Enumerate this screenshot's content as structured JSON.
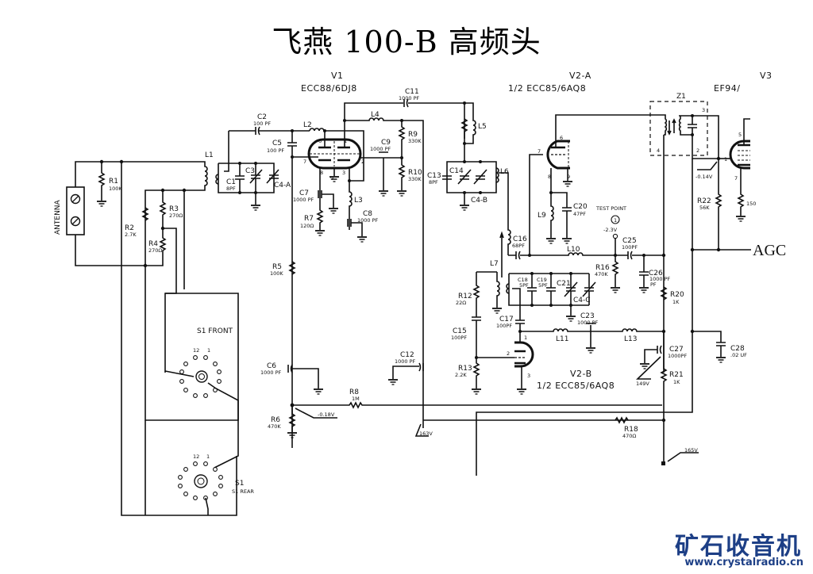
{
  "title": "飞燕 100-B 高频头",
  "tubes": {
    "v1": {
      "name": "V1",
      "type": "ECC88/6DJ8",
      "pins": [
        "6",
        "1",
        "7",
        "2",
        "8",
        "9",
        "3"
      ]
    },
    "v2a": {
      "name": "V2-A",
      "type": "1/2 ECC85/6AQ8",
      "pins": [
        "6",
        "7",
        "8",
        "9"
      ]
    },
    "v2b": {
      "name": "V2-B",
      "type": "1/2 ECC85/6AQ8",
      "pins": [
        "1",
        "2",
        "3"
      ]
    },
    "v3": {
      "name": "V3",
      "type": "EF94/",
      "pins": [
        "5",
        "1",
        "7"
      ]
    }
  },
  "antenna": "ANTENNA",
  "components": {
    "R1": {
      "ref": "R1",
      "value": "100K"
    },
    "R2": {
      "ref": "R2",
      "value": "2.7K"
    },
    "R3": {
      "ref": "R3",
      "value": "270Ω"
    },
    "R4": {
      "ref": "R4",
      "value": "270Ω"
    },
    "R5": {
      "ref": "R5",
      "value": "100K"
    },
    "R6": {
      "ref": "R6",
      "value": "470K"
    },
    "R7": {
      "ref": "R7",
      "value": "120Ω"
    },
    "R8": {
      "ref": "R8",
      "value": "1M"
    },
    "R9": {
      "ref": "R9",
      "value": "330K"
    },
    "R10": {
      "ref": "R10",
      "value": "330K"
    },
    "R12": {
      "ref": "R12",
      "value": "22Ω"
    },
    "R13": {
      "ref": "R13",
      "value": "2.2K"
    },
    "R16": {
      "ref": "R16",
      "value": "470K"
    },
    "R18": {
      "ref": "R18",
      "value": "470Ω"
    },
    "R20": {
      "ref": "R20",
      "value": "1K"
    },
    "R21": {
      "ref": "R21",
      "value": "1K"
    },
    "R22": {
      "ref": "R22",
      "value": "56K"
    },
    "R23": {
      "ref": "",
      "value": "150"
    },
    "C1": {
      "ref": "C1",
      "value": "8PF"
    },
    "C2": {
      "ref": "C2",
      "value": "100 PF"
    },
    "C3": {
      "ref": "C3",
      "value": ""
    },
    "C4A": {
      "ref": "C4-A",
      "value": ""
    },
    "C4B": {
      "ref": "C4-B",
      "value": ""
    },
    "C4C": {
      "ref": "C4-C",
      "value": ""
    },
    "C5": {
      "ref": "C5",
      "value": "100 PF"
    },
    "C6": {
      "ref": "C6",
      "value": "1000 PF"
    },
    "C7": {
      "ref": "C7",
      "value": "1000 PF"
    },
    "C8": {
      "ref": "C8",
      "value": "1000 PF"
    },
    "C9": {
      "ref": "C9",
      "value": "1000 PF"
    },
    "C11": {
      "ref": "C11",
      "value": "1000 PF"
    },
    "C12": {
      "ref": "C12",
      "value": "1000 PF"
    },
    "C13": {
      "ref": "C13",
      "value": "8PF"
    },
    "C14": {
      "ref": "C14",
      "value": ""
    },
    "C15": {
      "ref": "C15",
      "value": "100PF"
    },
    "C16": {
      "ref": "C16",
      "value": "68PF"
    },
    "C17": {
      "ref": "C17",
      "value": "100PF"
    },
    "C18": {
      "ref": "C18",
      "value": "5PF"
    },
    "C19": {
      "ref": "C19",
      "value": "5PF"
    },
    "C20": {
      "ref": "C20",
      "value": "47PF"
    },
    "C21": {
      "ref": "C21",
      "value": ""
    },
    "C23": {
      "ref": "C23",
      "value": "1000 PF"
    },
    "C25": {
      "ref": "C25",
      "value": "100PF"
    },
    "C26": {
      "ref": "C26",
      "value": "1000 PF"
    },
    "C27": {
      "ref": "C27",
      "value": "1000PF"
    },
    "C28": {
      "ref": "C28",
      "value": ".02 UF"
    },
    "L1": {
      "ref": "L1"
    },
    "L2": {
      "ref": "L2"
    },
    "L3": {
      "ref": "L3"
    },
    "L4": {
      "ref": "L4"
    },
    "L5": {
      "ref": "L5"
    },
    "L6": {
      "ref": "L6"
    },
    "L7": {
      "ref": "L7"
    },
    "L9": {
      "ref": "L9"
    },
    "L10": {
      "ref": "L10"
    },
    "L11": {
      "ref": "L11"
    },
    "L13": {
      "ref": "L13"
    },
    "Z1": {
      "ref": "Z1",
      "pins": [
        "3",
        "4",
        "2"
      ]
    }
  },
  "voltages": {
    "v1": "-0.18V",
    "v2": "163V",
    "v3": "149V",
    "v4": "165V",
    "v5": "-0.14V",
    "test_point": "-2.3V"
  },
  "test_point": {
    "label": "TEST POINT",
    "number": "1"
  },
  "switch": {
    "front": "S1 FRONT",
    "rear": "S1 REAR",
    "pos_labels": [
      "12",
      "1"
    ]
  },
  "agc_label": "AGC",
  "watermark": {
    "cn": "矿石收音机",
    "url": "www.crystalradio.cn"
  }
}
